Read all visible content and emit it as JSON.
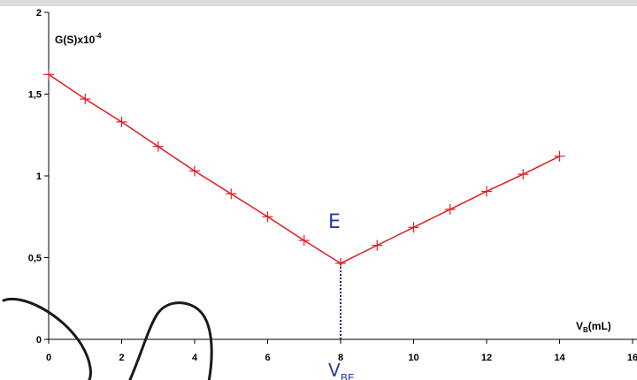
{
  "chart_data": {
    "type": "line",
    "title": "",
    "ylabel": "G(S)x10",
    "ylabel_exponent": "-4",
    "xlabel_main": "V",
    "xlabel_sub": "B",
    "xlabel_unit": "(mL)",
    "xlim": [
      0,
      16
    ],
    "ylim": [
      0,
      2
    ],
    "x_ticks": [
      "0",
      "2",
      "4",
      "6",
      "8",
      "10",
      "12",
      "14",
      "16"
    ],
    "y_ticks": [
      "0",
      "0,5",
      "1",
      "1,5",
      "2"
    ],
    "series": [
      {
        "color": "#e11b22",
        "marker": "plus",
        "x": [
          0,
          1,
          2,
          3,
          4,
          5,
          6,
          7,
          8,
          9,
          10,
          11,
          12,
          13,
          14
        ],
        "y": [
          1.62,
          1.47,
          1.33,
          1.18,
          1.03,
          0.89,
          0.75,
          0.605,
          0.465,
          0.575,
          0.685,
          0.795,
          0.905,
          1.01,
          1.12
        ]
      }
    ],
    "equivalence": {
      "x": 8,
      "y": 0.465,
      "line_color": "#1a237e"
    },
    "annotations": {
      "point_label": "E",
      "volume_main": "V",
      "volume_sub": "BE",
      "color": "#2a3aa8"
    },
    "grid": false,
    "legend": "none"
  }
}
